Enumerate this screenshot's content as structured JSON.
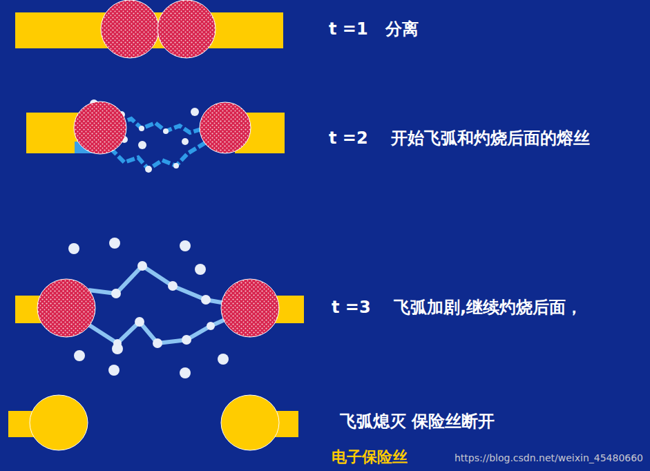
{
  "diagram": {
    "caption": "电子保险丝",
    "labels": [
      "t =1   分离",
      "t =2    开始飞弧和灼烧后面的熔丝",
      "t =3    飞弧加剧,继续灼烧后面，",
      "飞弧熄灭 保险丝断开",
      "https://blog.csdn.net/weixin_45480660"
    ]
  }
}
